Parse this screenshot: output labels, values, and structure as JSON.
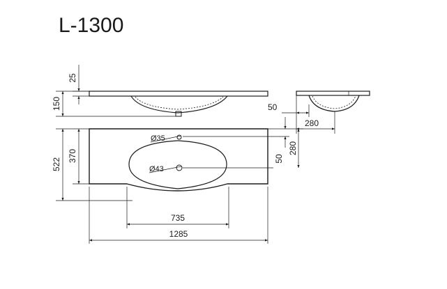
{
  "model": "L-1300",
  "dimensions": {
    "top_thickness": "25",
    "side_height": "150",
    "overall_depth": "522",
    "bowl_depth": "370",
    "bowl_width": "735",
    "overall_width": "1285",
    "tap_offset": "50",
    "bowl_front_depth": "280",
    "side_offset": "50",
    "side_depth": "280"
  },
  "holes": {
    "tap_hole": "Ø35",
    "drain_hole": "Ø43"
  }
}
